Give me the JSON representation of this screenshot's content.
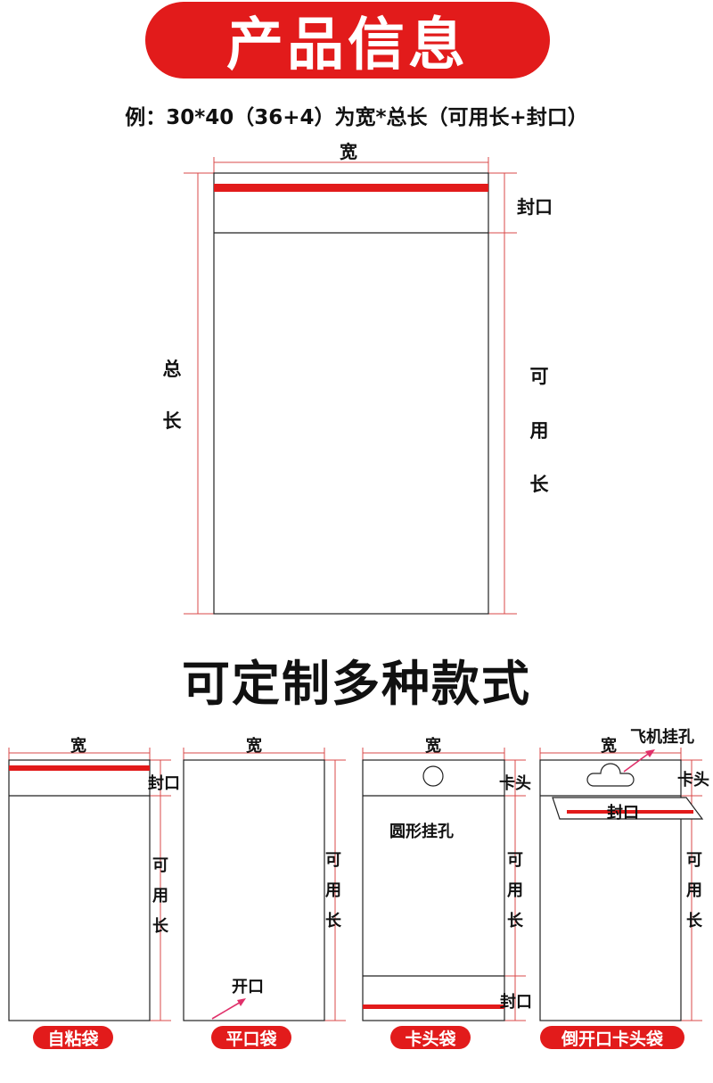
{
  "banner": {
    "title": "产品信息"
  },
  "example_text": "例：30*40（36+4）为宽*总长（可用长+封口）",
  "main_diagram": {
    "width_label": "宽",
    "seal_label": "封口",
    "total_length": [
      "总",
      "长"
    ],
    "usable_length": [
      "可",
      "用",
      "长"
    ]
  },
  "custom_heading": "可定制多种款式",
  "styles": [
    {
      "name": "自粘袋",
      "width_label": "宽",
      "seal_label": "封口",
      "usable_length": [
        "可",
        "用",
        "长"
      ]
    },
    {
      "name": "平口袋",
      "width_label": "宽",
      "opening_label": "开口",
      "usable_length": [
        "可",
        "用",
        "长"
      ]
    },
    {
      "name": "卡头袋",
      "width_label": "宽",
      "header_label": "卡头",
      "hole_label": "圆形挂孔",
      "seal_label": "封口",
      "usable_length": [
        "可",
        "用",
        "长"
      ]
    },
    {
      "name": "倒开口卡头袋",
      "width_label": "宽",
      "hole_label": "飞机挂孔",
      "header_label": "卡头",
      "seal_label": "封口",
      "usable_length": [
        "可",
        "用",
        "长"
      ]
    }
  ],
  "colors": {
    "accent": "#e21b1b",
    "line": "#222222",
    "dim": "#d94a4a"
  }
}
